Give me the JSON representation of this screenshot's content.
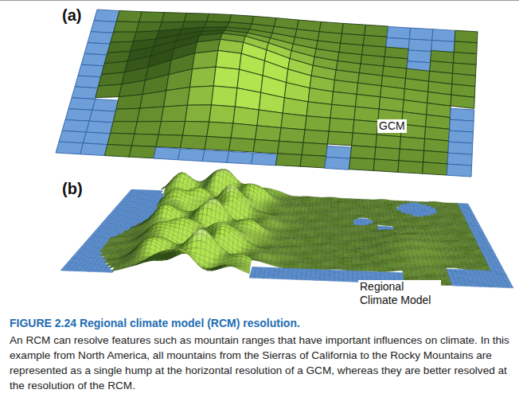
{
  "diagram": {
    "title": "FIGURE 2.24 Regional climate model (RCM) resolution.",
    "caption": "An RCM can resolve features such as mountain ranges that have important influences on climate. In this example from North America, all mountains from the Sierras of California to the Rocky Mountains are represented as a single hump at the horizontal resolution of a GCM, whereas they are better resolved at the resolution of the RCM.",
    "labels": [
      "(a)",
      "(b)",
      "GCM",
      "Regional Climate Model"
    ]
  }
}
